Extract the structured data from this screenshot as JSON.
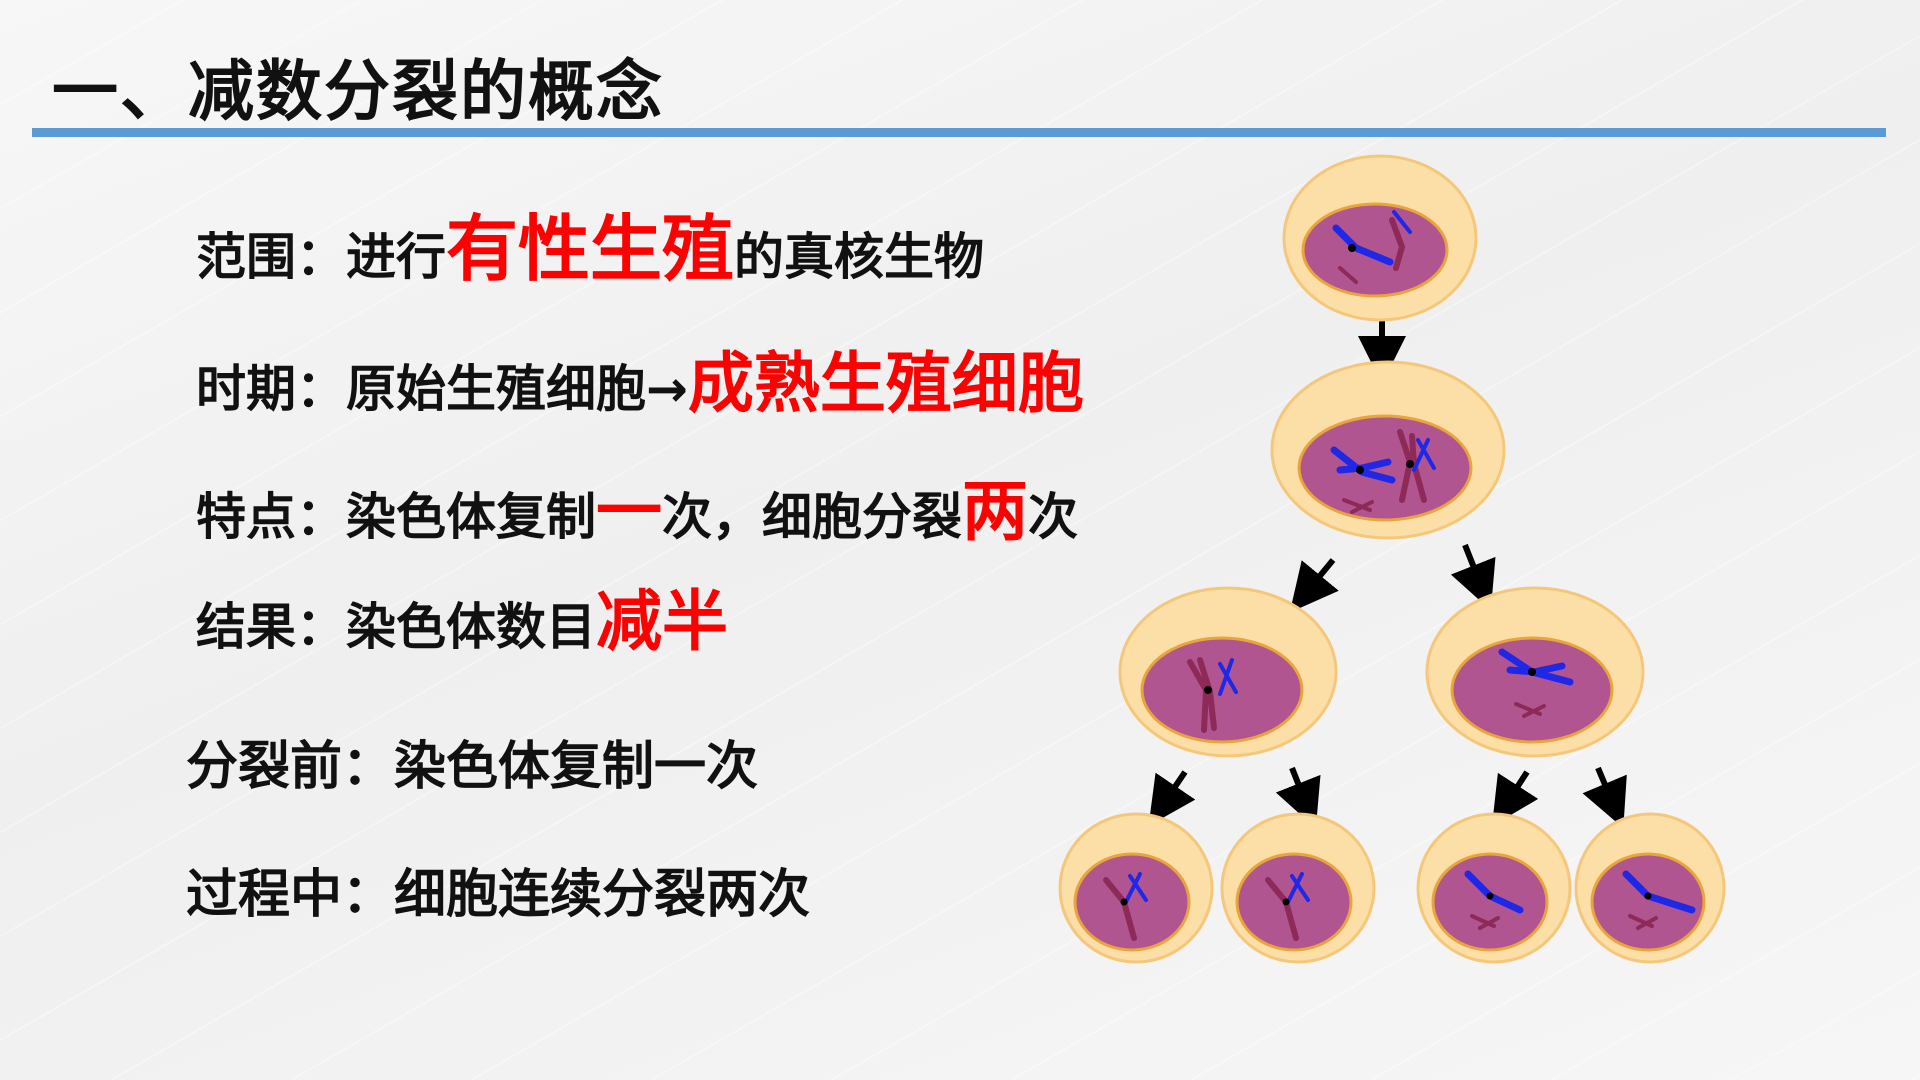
{
  "slide": {
    "title": "一、减数分裂的概念",
    "accent_color": "#5b9bd5",
    "highlight_color": "#ff0000"
  },
  "lines": [
    {
      "label": "范围：",
      "segments": [
        {
          "text": "进行",
          "highlight": false
        },
        {
          "text": "有性生殖",
          "highlight": true
        },
        {
          "text": "的真核生物",
          "highlight": false
        }
      ]
    },
    {
      "label": "时期：",
      "segments": [
        {
          "text": "原始生殖细胞→",
          "highlight": false
        },
        {
          "text": "成熟生殖细胞",
          "highlight": true
        }
      ]
    },
    {
      "label": "特点：",
      "segments": [
        {
          "text": "染色体复制",
          "highlight": false
        },
        {
          "text": "一",
          "highlight": true
        },
        {
          "text": "次，细胞分裂",
          "highlight": false
        },
        {
          "text": "两",
          "highlight": true
        },
        {
          "text": "次",
          "highlight": false
        }
      ]
    },
    {
      "label": "结果：",
      "segments": [
        {
          "text": "染色体数目",
          "highlight": false
        },
        {
          "text": "减半",
          "highlight": true
        }
      ]
    }
  ],
  "notes": [
    {
      "label": "分裂前：",
      "text": "染色体复制一次"
    },
    {
      "label": "过程中：",
      "text": "细胞连续分裂两次"
    }
  ],
  "diagram": {
    "cell_outer_color": "#fbdfa6",
    "cell_outer_stroke": "#f5c77a",
    "nucleus_color": "#b0558f",
    "nucleus_stroke": "#e9a43c",
    "chromosome_blue": "#1f28e6",
    "chromosome_maroon": "#8e2a57",
    "arrow_color": "#000000"
  }
}
